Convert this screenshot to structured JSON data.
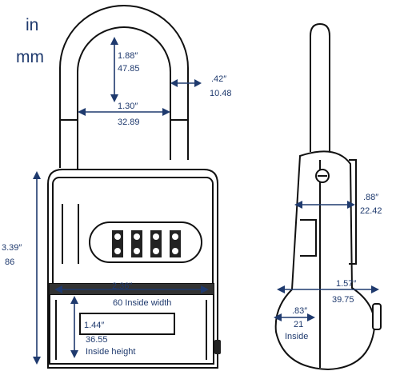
{
  "units": {
    "line1": "in",
    "line2": "mm"
  },
  "shackle": {
    "height_in": "1.88″",
    "height_mm": "47.85",
    "width_in": "1.30″",
    "width_mm": "32.89",
    "thickness_in": ".42″",
    "thickness_mm": "10.48"
  },
  "body": {
    "height_in": "3.39″",
    "height_mm": "86",
    "inside_width_in": "2.36″",
    "inside_width_label": "60 Inside width",
    "inside_height_in": "1.44″",
    "inside_height_mm": "36.55",
    "inside_height_label": "Inside height"
  },
  "side": {
    "depth_in": ".88″",
    "depth_mm": "22.42",
    "bottom_depth_in": "1.57″",
    "bottom_depth_mm": "39.75",
    "inside_depth_in": ".83″",
    "inside_depth_mm": "21",
    "inside_depth_label": "Inside"
  },
  "colors": {
    "dimension_blue": "#1f3a6e",
    "outline": "#111111",
    "background": "#ffffff"
  }
}
